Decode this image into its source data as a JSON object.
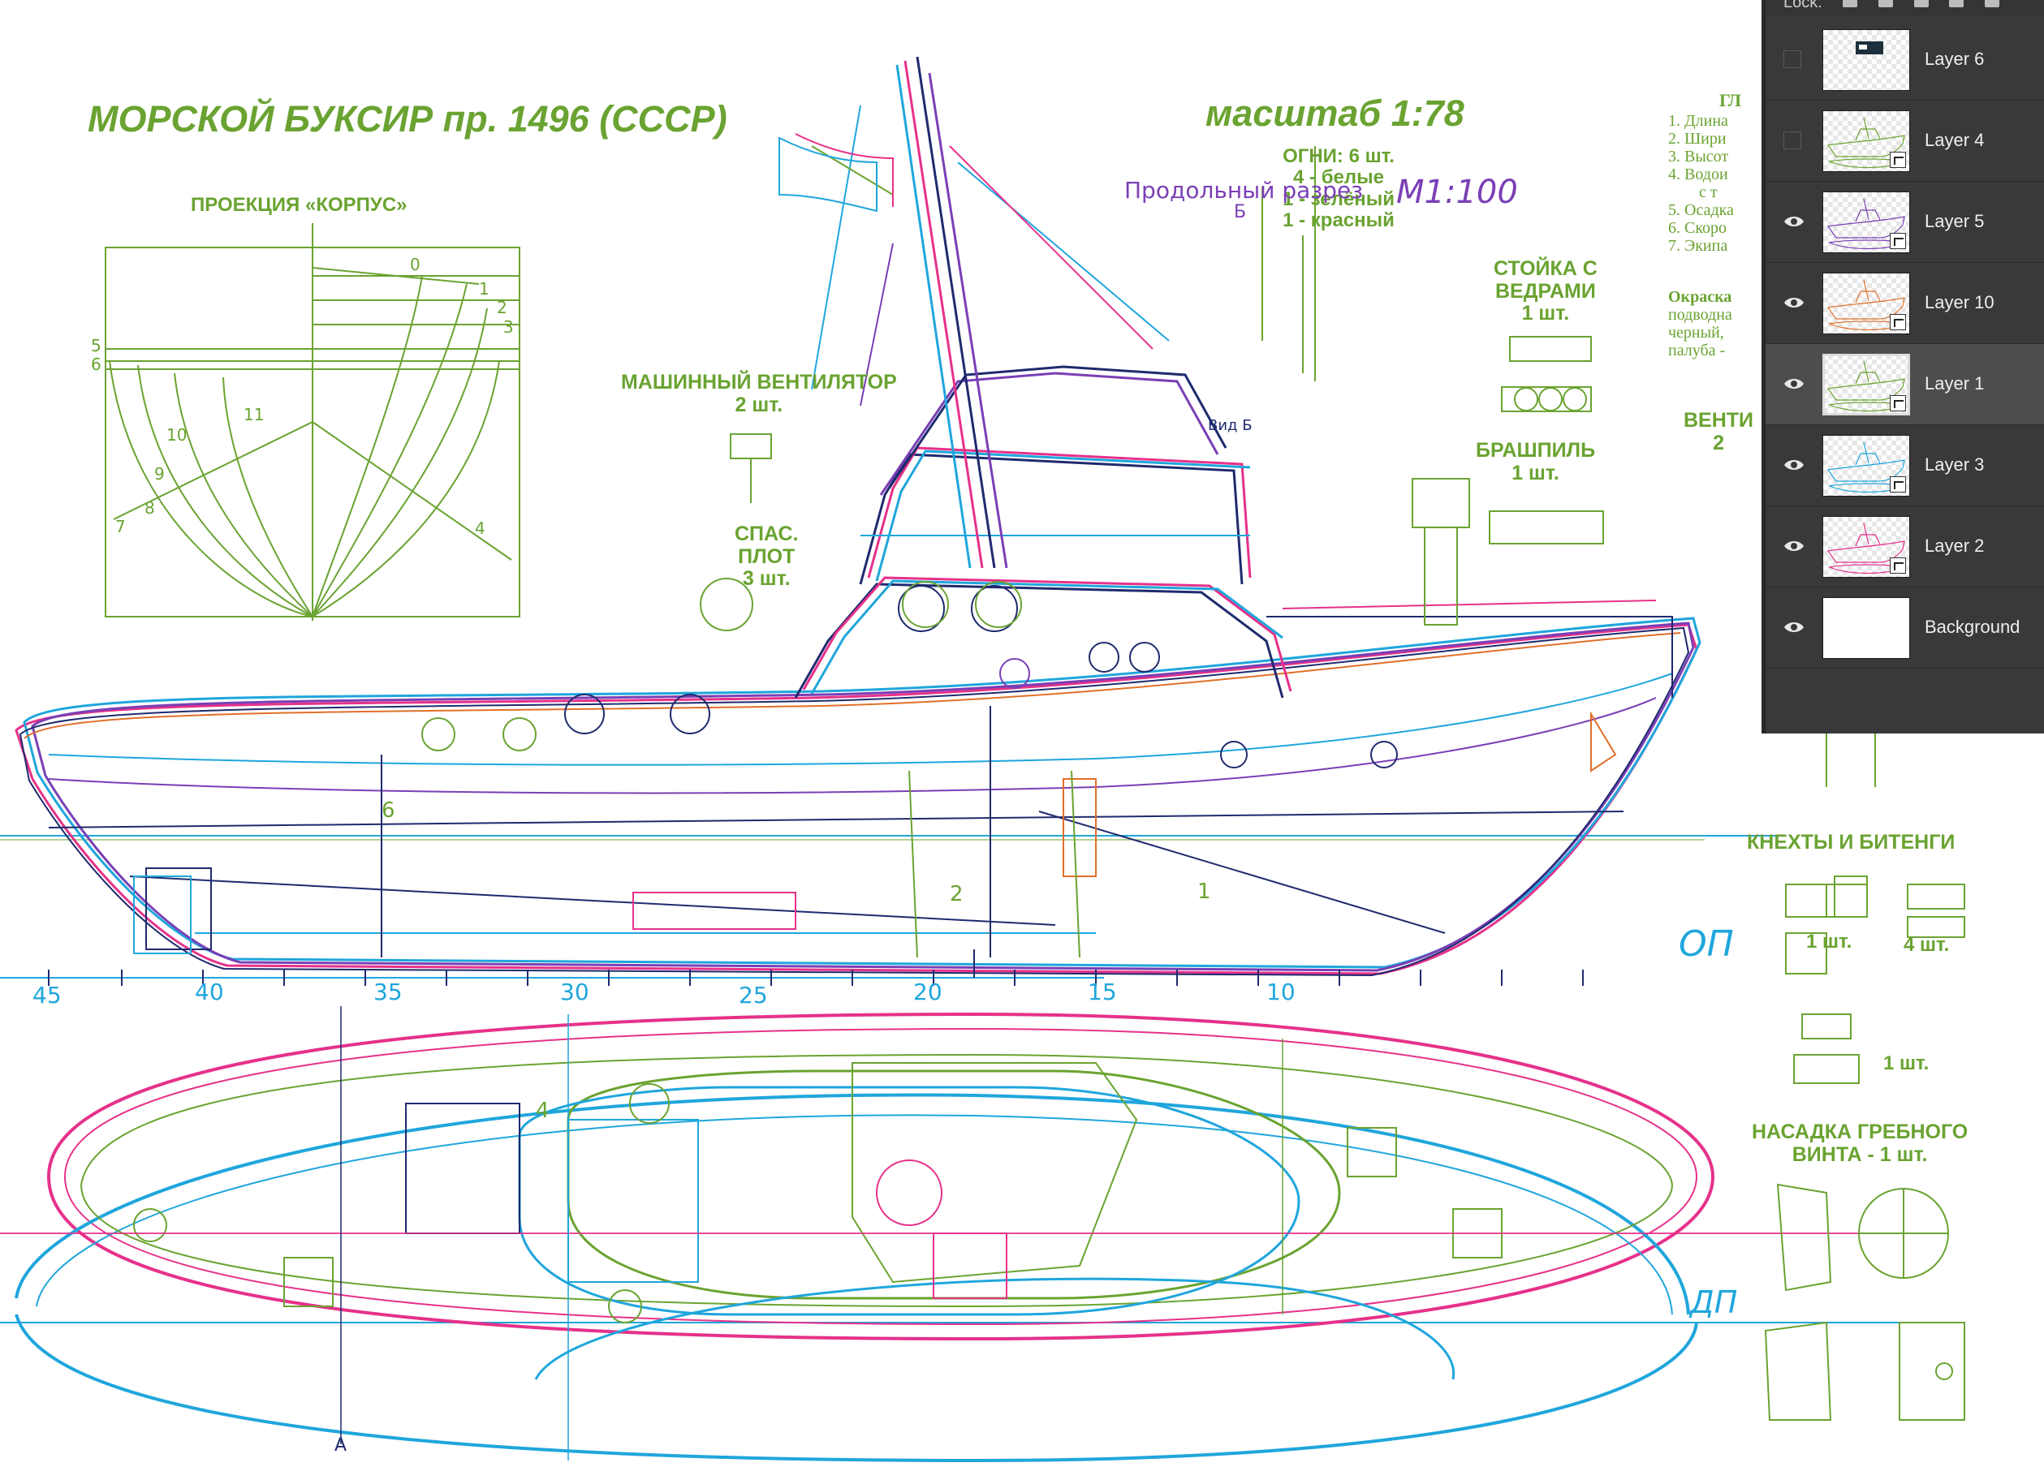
{
  "canvas": {
    "title": "МОРСКОЙ БУКСИР пр. 1496 (СССР)",
    "scale": "масштаб 1:78",
    "hull_projection": "ПРОЕКЦИЯ «КОРПУС»",
    "lights": {
      "l1": "ОГНИ: 6 шт.",
      "l2": "4 - белые",
      "l3": "1 - зелёный",
      "l4": "1 - красный"
    },
    "section": {
      "line1": "Продольный  разрез",
      "line2": "Б"
    },
    "handwritten_scale": "M1:100",
    "bucket_stand": {
      "l1": "СТОЙКА С",
      "l2": "ВЕДРАМИ",
      "l3": "1 шт."
    },
    "fan": {
      "l1": "МАШИННЫЙ ВЕНТИЛЯТОР",
      "l2": "2 шт."
    },
    "windlass": {
      "l1": "БРАШПИЛЬ",
      "l2": "1 шт."
    },
    "raft": {
      "l1": "СПАС.",
      "l2": "ПЛОТ",
      "l3": "3 шт."
    },
    "venti": {
      "l1": "ВЕНТИ",
      "l2": "2"
    },
    "bollards": "КНЕХТЫ И БИТЕНГИ",
    "bollard_counts": [
      "1 шт.",
      "4 шт.",
      "1 шт."
    ],
    "nozzle": {
      "l1": "НАСАДКА ГРЕБНОГО",
      "l2": "ВИНТА - 1 шт."
    },
    "view_b": "Вид Б",
    "op1": "ОП",
    "op2": "ДП",
    "frame_numbers": [
      "45",
      "40",
      "35",
      "30",
      "25",
      "20",
      "15",
      "10"
    ],
    "section_letter": "А",
    "body_plan_numbers": [
      "0",
      "1",
      "2",
      "3",
      "4",
      "5",
      "6",
      "7",
      "8",
      "9",
      "10",
      "11"
    ],
    "spec_heading": "ГЛ",
    "spec_lines": [
      "1. Длина",
      "2. Шири",
      "3. Высот",
      "4. Водои",
      "с т",
      "5. Осадка",
      "6. Скоро",
      "7. Экипа"
    ],
    "paint_lines": [
      "Окраска",
      "подводна",
      "черный,",
      "палуба -"
    ],
    "circle_numbers": [
      "6",
      "4",
      "1",
      "2"
    ]
  },
  "layers_panel": {
    "lock_label": "Lock:",
    "layers": [
      {
        "name": "Layer 6",
        "visible": false,
        "selected": false,
        "thumb": "logo"
      },
      {
        "name": "Layer 4",
        "visible": false,
        "selected": false,
        "thumb": "green"
      },
      {
        "name": "Layer 5",
        "visible": true,
        "selected": false,
        "thumb": "purple"
      },
      {
        "name": "Layer 10",
        "visible": true,
        "selected": false,
        "thumb": "orange"
      },
      {
        "name": "Layer 1",
        "visible": true,
        "selected": true,
        "thumb": "green"
      },
      {
        "name": "Layer 3",
        "visible": true,
        "selected": false,
        "thumb": "blue"
      },
      {
        "name": "Layer 2",
        "visible": true,
        "selected": false,
        "thumb": "pink"
      },
      {
        "name": "Background",
        "visible": true,
        "selected": false,
        "thumb": "white"
      }
    ]
  },
  "colors": {
    "green": "#6aa331",
    "blue": "#1fa6dc",
    "pink": "#e6318a",
    "purple": "#7a3fb5",
    "navy": "#1f2a6e",
    "orange": "#e0702a",
    "panel_bg": "#393939",
    "panel_selected": "#4d4d4d"
  }
}
